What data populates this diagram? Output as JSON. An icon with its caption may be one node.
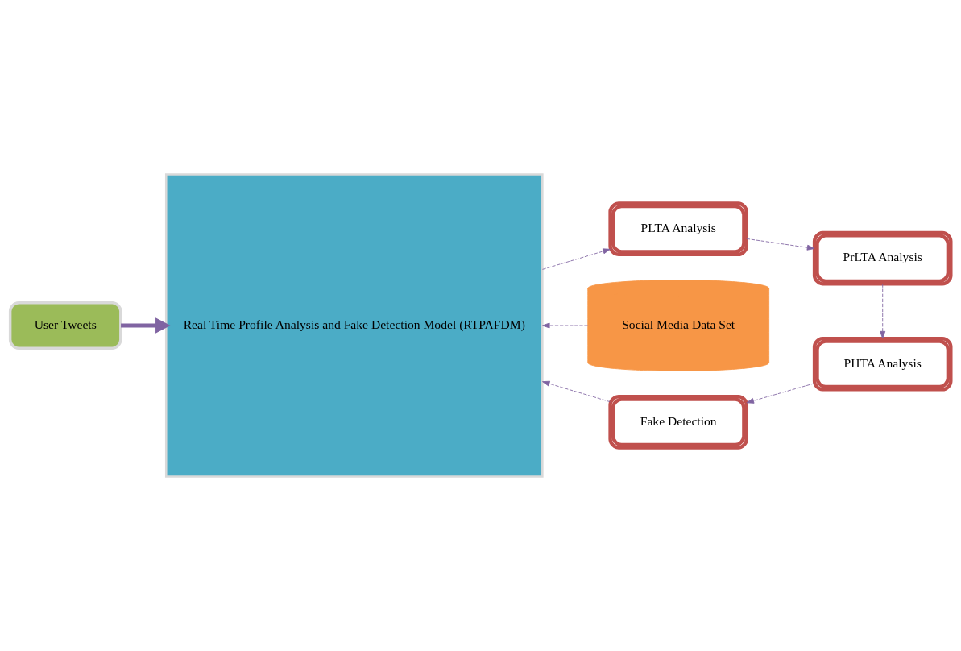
{
  "diagram": {
    "nodes": [
      {
        "text": [
          "User Tweets"
        ]
      },
      {
        "text": [
          "Real Time Profile Analysis and Fake Detection Model (RTPAFDM)"
        ]
      },
      {
        "text": [
          "PLTA Analysis"
        ]
      },
      {
        "text": [
          "PrLTA Analysis"
        ]
      },
      {
        "text": [
          "Social Media Data Set"
        ]
      },
      {
        "text": [
          "PHTA Analysis"
        ]
      },
      {
        "text": [
          "Fake Detection"
        ]
      }
    ],
    "edges": [
      {
        "from": 0,
        "to": 1,
        "arrow": "to",
        "style": "thick"
      },
      {
        "from": 1,
        "to": 2,
        "arrow": "to",
        "style": "dashed"
      },
      {
        "from": 2,
        "to": 3,
        "arrow": "to",
        "style": "dashed"
      },
      {
        "from": 3,
        "to": 5,
        "arrow": "to",
        "style": "dashed"
      },
      {
        "from": 4,
        "to": 1,
        "arrow": "to",
        "style": "dashed"
      },
      {
        "from": 5,
        "to": 6,
        "arrow": "to",
        "style": "dashed"
      },
      {
        "from": 6,
        "to": 1,
        "arrow": "to",
        "style": "dashed"
      }
    ]
  }
}
